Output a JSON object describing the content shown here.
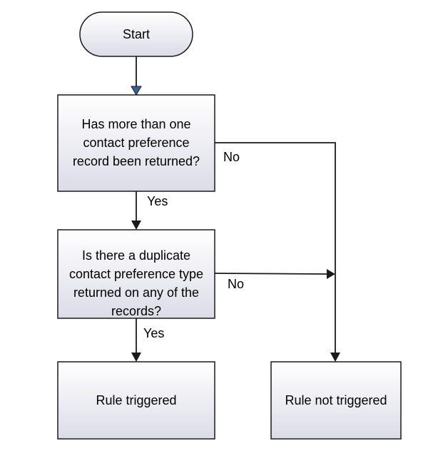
{
  "flowchart": {
    "start": {
      "label": "Start"
    },
    "decision_1": {
      "lines": [
        "Has more than one",
        "contact preference",
        "record been returned?"
      ]
    },
    "decision_2": {
      "lines": [
        "Is there a duplicate",
        "contact preference type",
        "returned on any of the",
        "records?"
      ]
    },
    "outcome_triggered": {
      "label": "Rule triggered"
    },
    "outcome_not_triggered": {
      "label": "Rule not triggered"
    },
    "edges": {
      "d1_yes": "Yes",
      "d1_no": "No",
      "d2_yes": "Yes",
      "d2_no": "No"
    }
  },
  "colors": {
    "box_fill_top": "#ffffff",
    "box_fill_bottom": "#dcdce8",
    "stroke": "#1a1a1a",
    "start_arrow": "#3a5f9e"
  }
}
